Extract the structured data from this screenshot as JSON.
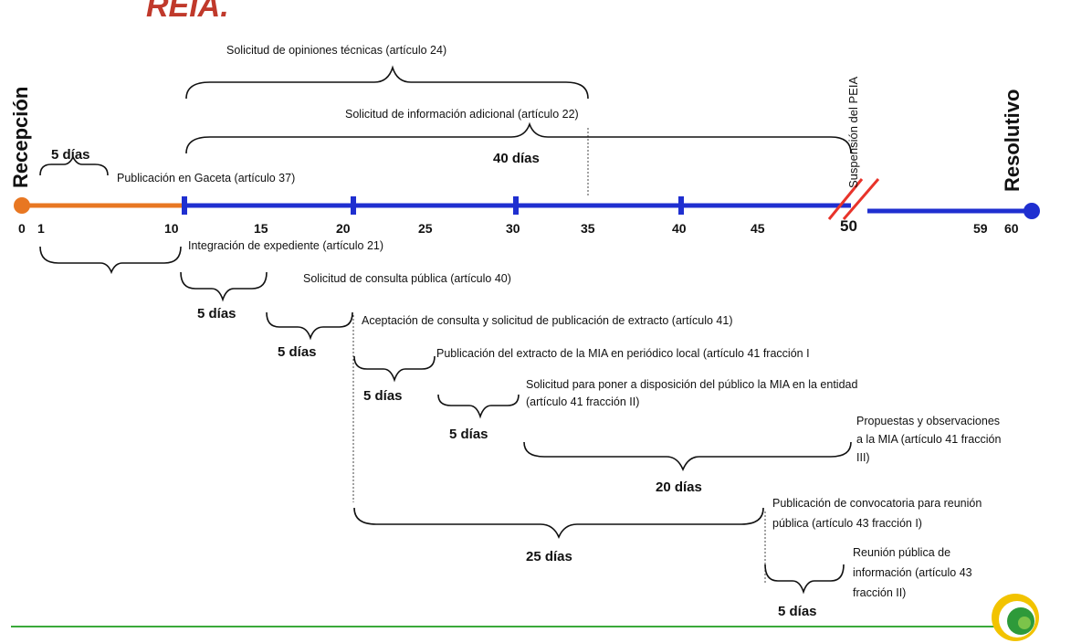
{
  "title": "REIA.",
  "axis": {
    "start_label": "Recepción",
    "end_label": "Resolutivo",
    "suspension_label": "Suspensión del PEIA",
    "ticks": [
      "0",
      "1",
      "10",
      "15",
      "20",
      "25",
      "30",
      "35",
      "40",
      "45",
      "50",
      "59",
      "60"
    ]
  },
  "colors": {
    "pre_segment": "#e87722",
    "main_segment": "#1f2fd0",
    "suspension_mark": "#e8332a",
    "title": "#c0392b",
    "baseline": "#3aa93a"
  },
  "above": {
    "opiniones": "Solicitud de opiniones técnicas (artículo 24)",
    "info_adicional": "Solicitud de información adicional (artículo 22)",
    "dias_40": "40 días",
    "dias_5_top": "5 días",
    "gaceta": "Publicación en Gaceta (artículo 37)"
  },
  "below": {
    "integracion": "Integración de expediente (artículo 21)",
    "consulta_publica": "Solicitud de consulta pública (artículo 40)",
    "dias_5_a": "5 días",
    "aceptacion": "Aceptación de  consulta y solicitud de publicación de extracto (artículo 41)",
    "dias_5_b": "5 días",
    "extracto": "Publicación del extracto de la MIA en periódico local (artículo 41 fracción I",
    "dias_5_c": "5 días",
    "disposicion_1": "Solicitud para poner a disposición del público la MIA en la entidad",
    "disposicion_2": "(artículo 41 fracción II)",
    "dias_5_d": "5 días",
    "propuestas_1": "Propuestas y observaciones",
    "propuestas_2": "a la MIA (artículo 41 fracción",
    "propuestas_3": "III)",
    "dias_20": "20 días",
    "convocatoria_1": "Publicación de convocatoria para reunión",
    "convocatoria_2": "pública (artículo 43 fracción I)",
    "dias_25": "25 días",
    "reunion_1": "Reunión pública de",
    "reunion_2": "información (artículo 43",
    "reunion_3": "fracción II)",
    "dias_5_e": "5 días"
  }
}
